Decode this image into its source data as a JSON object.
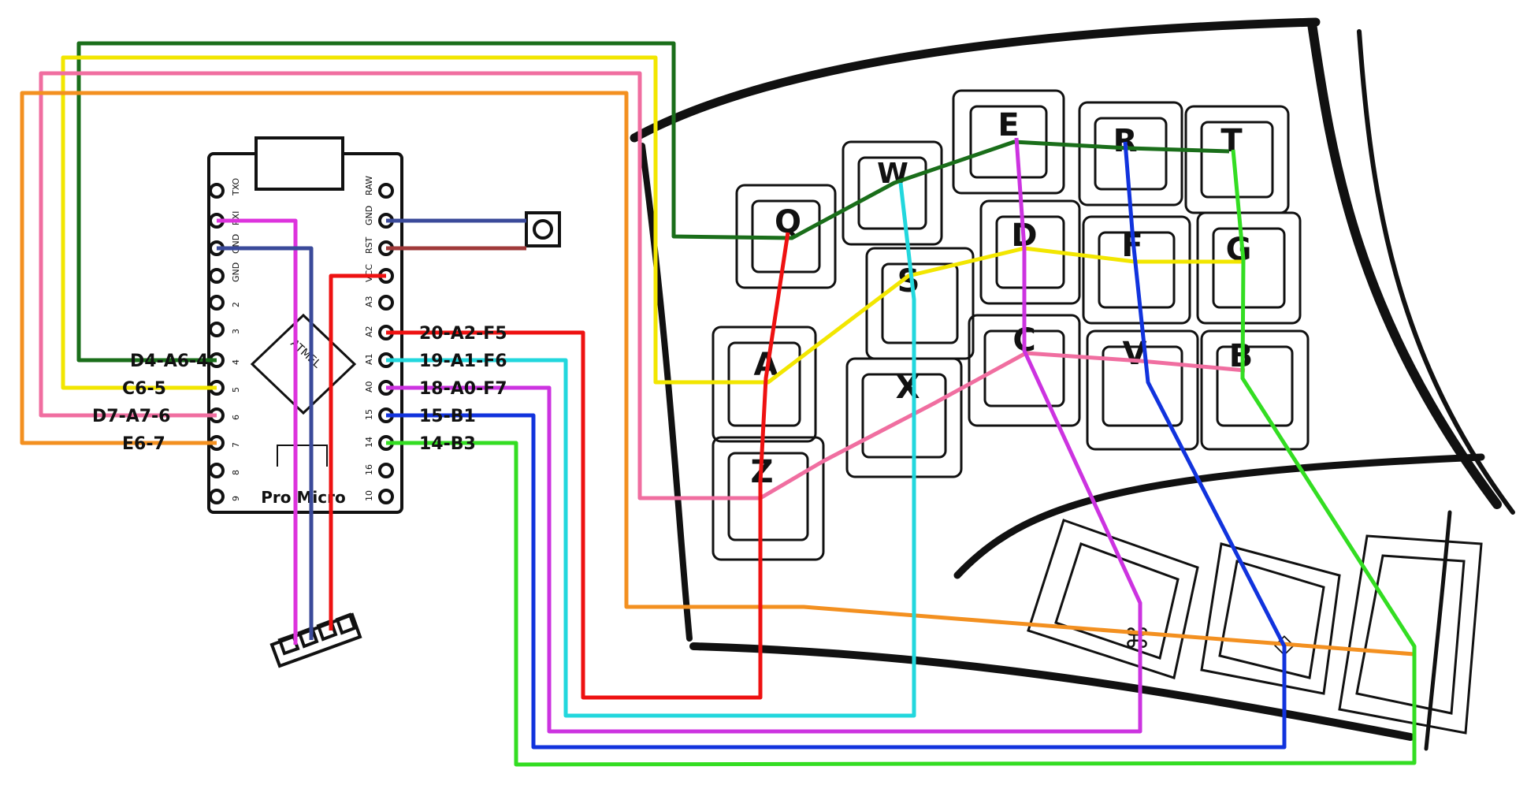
{
  "board": {
    "chip_label": "ATMEL",
    "board_label": "Pro Micro",
    "left_pin_numbers": [
      "TXO",
      "RXI",
      "GND",
      "GND",
      "2",
      "3",
      "4",
      "5",
      "6",
      "7",
      "8",
      "9"
    ],
    "right_pin_numbers": [
      "RAW",
      "GND",
      "RST",
      "VCC",
      "A3",
      "A2",
      "A1",
      "A0",
      "15",
      "14",
      "16",
      "10"
    ]
  },
  "row_labels": [
    {
      "text": "D4-A6-4",
      "color": "#1a6e1a"
    },
    {
      "text": "C6-5",
      "color": "#f2e600"
    },
    {
      "text": "D7-A7-6",
      "color": "#f06ea0"
    },
    {
      "text": "E6-7",
      "color": "#f39020"
    }
  ],
  "col_labels": [
    {
      "text": "20-A2-F5",
      "color": "#ee1111"
    },
    {
      "text": "19-A1-F6",
      "color": "#22d7dd"
    },
    {
      "text": "18-A0-F7",
      "color": "#cc33e0"
    },
    {
      "text": "15-B1",
      "color": "#1133dd"
    },
    {
      "text": "14-B3",
      "color": "#33dd22"
    }
  ],
  "keys": [
    "Q",
    "W",
    "E",
    "R",
    "T",
    "A",
    "S",
    "D",
    "F",
    "G",
    "Z",
    "X",
    "C",
    "V",
    "B"
  ],
  "thumb_keys": [
    "⌘",
    "◇"
  ],
  "wire_colors": {
    "row1": "#1a6e1a",
    "row2": "#f2e600",
    "row3": "#f06ea0",
    "row4": "#f39020",
    "col1": "#ee1111",
    "col2": "#22d7dd",
    "col3": "#cc33e0",
    "col4": "#1133dd",
    "col5": "#33dd22",
    "reset_a": "#3a4a9a",
    "reset_b": "#a03a3a"
  }
}
